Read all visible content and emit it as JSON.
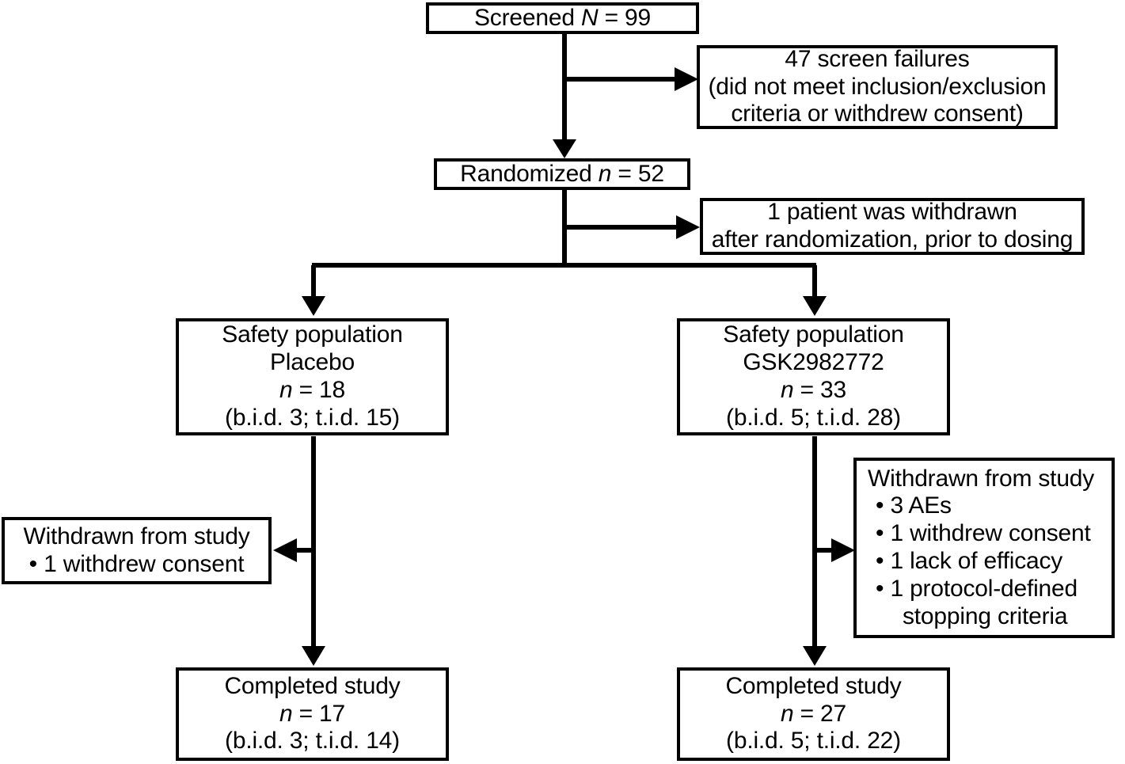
{
  "diagram": {
    "title": "CONSORT participant flow diagram",
    "stroke_color": "#000000",
    "background_color": "#ffffff"
  },
  "nodes": {
    "screened": {
      "name": "screened-box",
      "lines": [
        "Screened N = 99"
      ],
      "italic_tokens": [
        "N"
      ]
    },
    "screen_failures": {
      "name": "screen-failures-box",
      "lines": [
        "47 screen failures",
        "(did not meet inclusion/exclusion",
        "criteria or withdrew consent)"
      ]
    },
    "randomized": {
      "name": "randomized-box",
      "lines": [
        "Randomized n = 52"
      ],
      "italic_tokens": [
        "n"
      ]
    },
    "withdrawn_pre_dose": {
      "name": "withdrawn-before-dosing-box",
      "lines": [
        "1 patient was withdrawn",
        "after randomization, prior to dosing"
      ]
    },
    "safety_placebo": {
      "name": "safety-population-placebo-box",
      "lines": [
        "Safety population",
        "Placebo",
        "n = 18",
        "(b.i.d. 3; t.i.d. 15)"
      ],
      "italic_tokens": [
        "n"
      ]
    },
    "safety_drug": {
      "name": "safety-population-gsk2982772-box",
      "lines": [
        "Safety population",
        "GSK2982772",
        "n = 33",
        "(b.i.d. 5; t.i.d. 28)"
      ],
      "italic_tokens": [
        "n"
      ]
    },
    "withdrawn_placebo": {
      "name": "withdrawn-from-study-placebo-box",
      "header": "Withdrawn from study",
      "bullets": [
        "1 withdrew consent"
      ]
    },
    "withdrawn_drug": {
      "name": "withdrawn-from-study-gsk2982772-box",
      "header": "Withdrawn from study",
      "bullets": [
        "3 AEs",
        "1 withdrew consent",
        "1 lack of efficacy",
        "1 protocol-defined"
      ],
      "bullet_continuation": "stopping criteria"
    },
    "completed_placebo": {
      "name": "completed-study-placebo-box",
      "lines": [
        "Completed study",
        "n = 17",
        "(b.i.d. 3; t.i.d. 14)"
      ],
      "italic_tokens": [
        "n"
      ]
    },
    "completed_drug": {
      "name": "completed-study-gsk2982772-box",
      "lines": [
        "Completed study",
        "n = 27",
        "(b.i.d. 5; t.i.d. 22)"
      ],
      "italic_tokens": [
        "n"
      ]
    }
  },
  "connectors": [
    {
      "name": "screened-to-randomized-arrow",
      "from": "screened",
      "to": "randomized",
      "direction": "down"
    },
    {
      "name": "screened-to-screen-failures-arrow",
      "from": "screened",
      "to": "screen_failures",
      "direction": "right"
    },
    {
      "name": "randomized-to-withdrawn-pre-dose-arrow",
      "from": "randomized",
      "to": "withdrawn_pre_dose",
      "direction": "right"
    },
    {
      "name": "randomized-to-safety-placebo-arrow",
      "from": "randomized",
      "to": "safety_placebo",
      "direction": "down-left"
    },
    {
      "name": "randomized-to-safety-drug-arrow",
      "from": "randomized",
      "to": "safety_drug",
      "direction": "down-right"
    },
    {
      "name": "safety-placebo-to-withdrawn-arrow",
      "from": "safety_placebo",
      "to": "withdrawn_placebo",
      "direction": "left"
    },
    {
      "name": "safety-placebo-to-completed-arrow",
      "from": "safety_placebo",
      "to": "completed_placebo",
      "direction": "down"
    },
    {
      "name": "safety-drug-to-withdrawn-arrow",
      "from": "safety_drug",
      "to": "withdrawn_drug",
      "direction": "right"
    },
    {
      "name": "safety-drug-to-completed-arrow",
      "from": "safety_drug",
      "to": "completed_drug",
      "direction": "down"
    }
  ]
}
